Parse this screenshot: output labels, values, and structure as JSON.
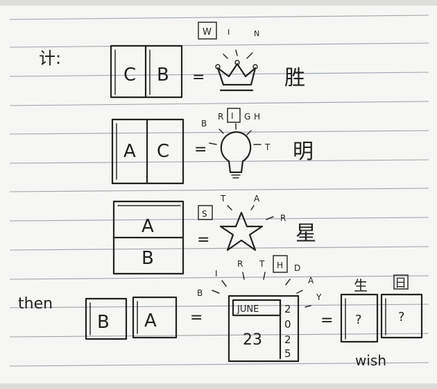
{
  "header": {
    "boxed_letter": "W",
    "rest": [
      "I",
      "N"
    ]
  },
  "margin_note": "计:",
  "puzzles": [
    {
      "left_cells": [
        "C",
        "B"
      ],
      "equals": "=",
      "answer": "胜"
    },
    {
      "left_cells": [
        "A",
        "C"
      ],
      "equals": "=",
      "answer": "明",
      "rays": {
        "left": "B",
        "top": [
          "R",
          "I",
          "G",
          "H"
        ],
        "boxed": "I",
        "right": "T"
      }
    },
    {
      "left_cells": [
        "A",
        "B"
      ],
      "equals": "=",
      "answer": "星",
      "rays": {
        "boxed": "S",
        "top": [
          "T",
          "A"
        ],
        "right": "R"
      }
    }
  ],
  "final": {
    "lead": "then",
    "cells": [
      "B",
      "A"
    ],
    "equals": "=",
    "calendar": {
      "month": "JUNE",
      "day": "23",
      "year_digits": [
        "2",
        "0",
        "2",
        "5"
      ]
    },
    "rays": [
      "B",
      "I",
      "R",
      "T",
      "H",
      "D",
      "A",
      "Y"
    ],
    "boxed": "H",
    "chars": [
      "生",
      "日"
    ],
    "mystery": [
      "?",
      "?"
    ],
    "caption": "wish"
  }
}
